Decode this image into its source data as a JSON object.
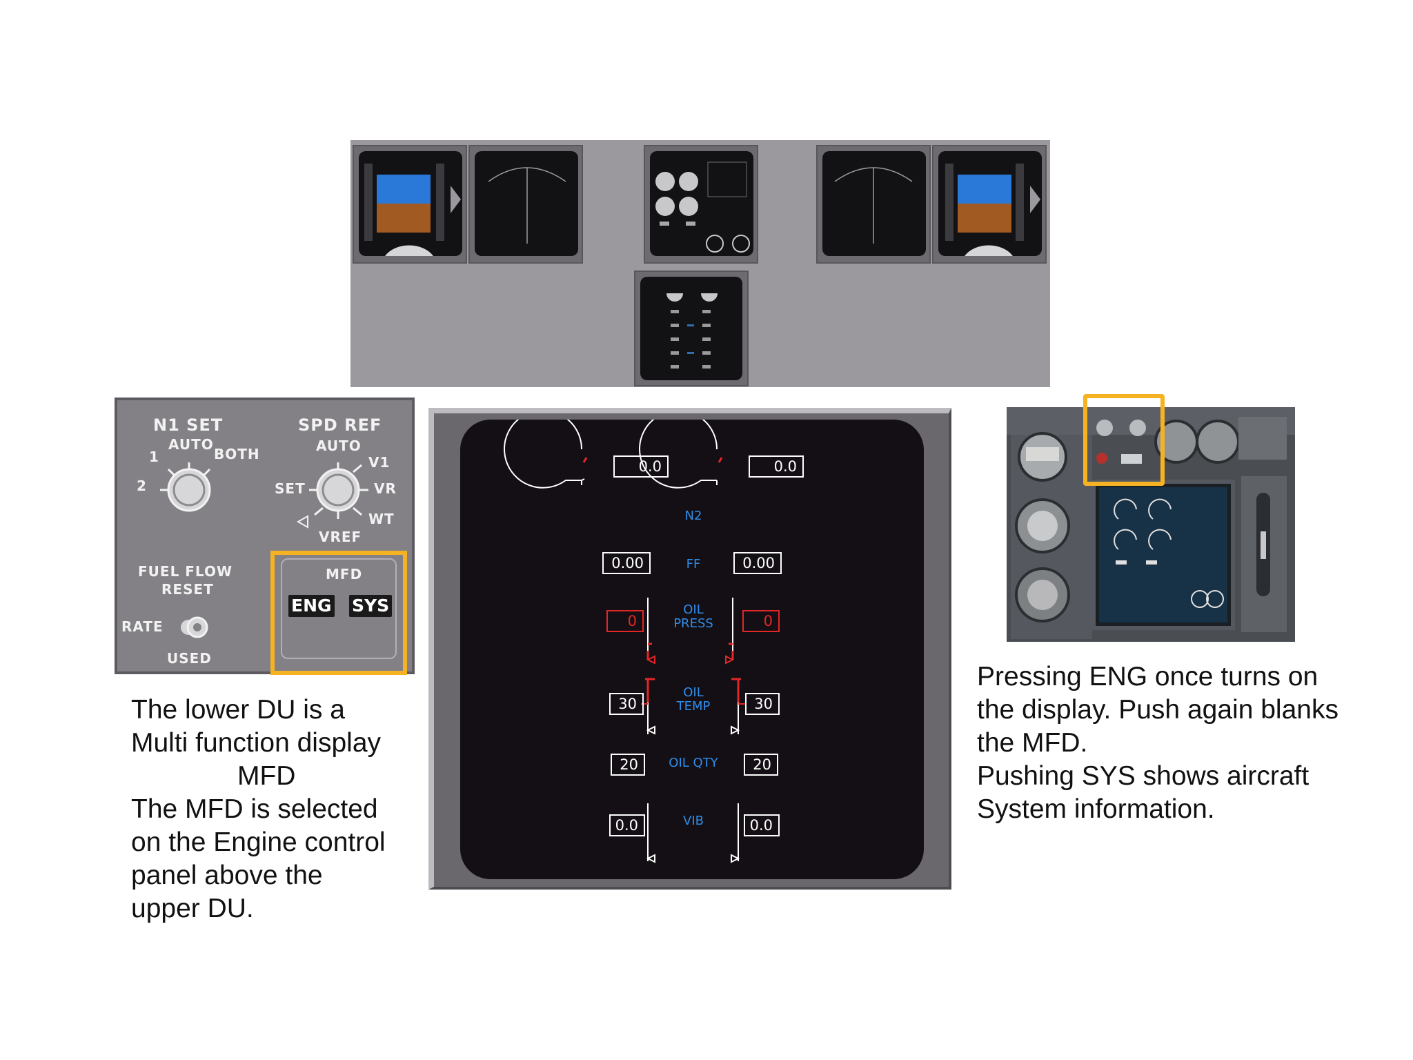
{
  "engine_control_panel": {
    "n1_set": "N1 SET",
    "n1_auto": "AUTO",
    "n1_both": "BOTH",
    "n1_pos1": "1",
    "n1_pos2": "2",
    "spd_ref": "SPD REF",
    "spd_auto": "AUTO",
    "spd_v1": "V1",
    "spd_set": "SET",
    "spd_vr": "VR",
    "spd_wt": "WT",
    "spd_vref": "VREF",
    "fuel_flow": "FUEL FLOW",
    "fuel_reset": "RESET",
    "fuel_rate": "RATE",
    "fuel_used": "USED",
    "mfd_label": "MFD",
    "eng_button": "ENG",
    "sys_button": "SYS"
  },
  "engine_display": {
    "n2_label": "N2",
    "n2_left": "0.0",
    "n2_right": "0.0",
    "ff_label": "FF",
    "ff_left": "0.00",
    "ff_right": "0.00",
    "oil_press_label_1": "OIL",
    "oil_press_label_2": "PRESS",
    "oil_press_left": "0",
    "oil_press_right": "0",
    "oil_temp_label_1": "OIL",
    "oil_temp_label_2": "TEMP",
    "oil_temp_left": "30",
    "oil_temp_right": "30",
    "oil_qty_label": "OIL QTY",
    "oil_qty_left": "20",
    "oil_qty_right": "20",
    "vib_label": "VIB",
    "vib_left": "0.0",
    "vib_right": "0.0"
  },
  "captions": {
    "left": [
      "The lower DU is a",
      "Multi function display",
      "MFD",
      "The MFD is selected",
      "on the Engine control",
      "panel above the",
      "upper DU."
    ],
    "right": [
      "Pressing ENG once turns on",
      "the display. Push again blanks",
      "the MFD.",
      "Pushing SYS shows aircraft",
      "System information."
    ]
  },
  "colors": {
    "highlight": "#f5b323",
    "param_label": "#2f8dea",
    "alert": "#e32626"
  }
}
